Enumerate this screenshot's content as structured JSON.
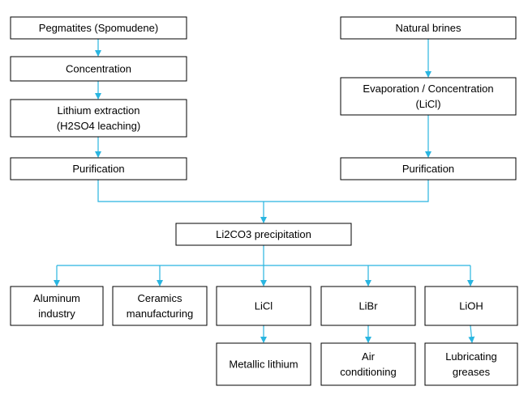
{
  "colors": {
    "connector": "#29b5e0",
    "box_border": "#000000",
    "text": "#000000"
  },
  "nodes": {
    "pegmatites": [
      "Pegmatites (Spomudene)"
    ],
    "concentration": [
      "Concentration"
    ],
    "lithium_extraction": [
      "Lithium extraction",
      "(H2SO4 leaching)"
    ],
    "purification_left": [
      "Purification"
    ],
    "natural_brines": [
      "Natural brines"
    ],
    "evaporation": [
      "Evaporation / Concentration",
      "(LiCl)"
    ],
    "purification_right": [
      "Purification"
    ],
    "li2co3": [
      "Li2CO3 precipitation"
    ],
    "aluminum": [
      "Aluminum",
      "industry"
    ],
    "ceramics": [
      "Ceramics",
      "manufacturing"
    ],
    "licl": [
      "LiCl"
    ],
    "libr": [
      "LiBr"
    ],
    "lioh": [
      "LiOH"
    ],
    "metallic_lithium": [
      "Metallic lithium"
    ],
    "air_conditioning": [
      "Air",
      "conditioning"
    ],
    "lubricating_greases": [
      "Lubricating",
      "greases"
    ]
  }
}
